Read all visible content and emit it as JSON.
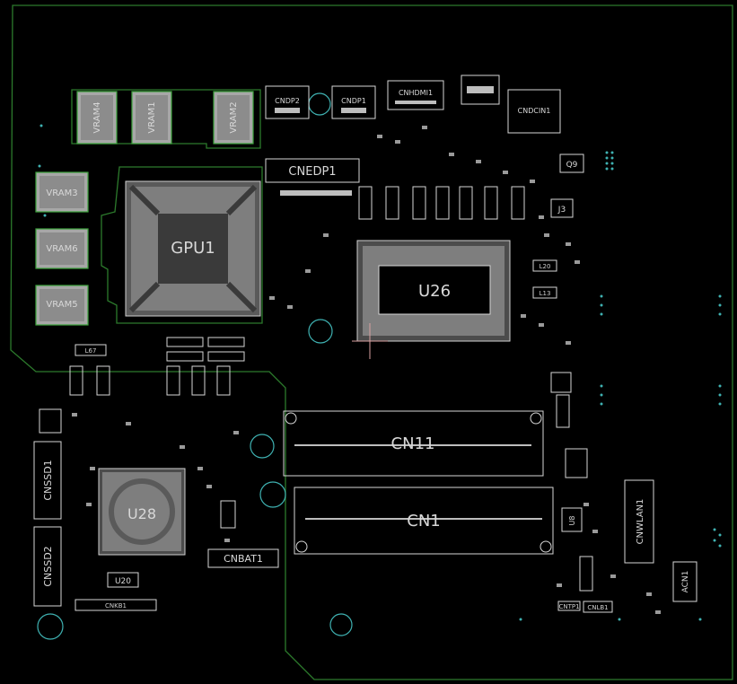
{
  "colors": {
    "background": "#000000",
    "outline": "#2c7a2c",
    "component_outline": "#d6d6d6",
    "vram_border": "#3ca33c",
    "mount_hole": "#3fb2b2",
    "cursor": "#d8a0a0"
  },
  "labels": {
    "gpu": "GPU1",
    "cpu": "U26",
    "pch": "U28",
    "vram3": "VRAM3",
    "vram6": "VRAM6",
    "vram5": "VRAM5",
    "vram4": "VRAM4",
    "vram1": "VRAM1",
    "vram2": "VRAM2",
    "cnedp1": "CNEDP1",
    "cndp2": "CNDP2",
    "cndp1": "CNDP1",
    "cnhdmi1": "CNHDMI1",
    "cndcin1": "CNDCIN1",
    "cn11": "CN11",
    "cn1": "CN1",
    "cnssd1": "CNSSD1",
    "cnssd2": "CNSSD2",
    "cnbat1": "CNBAT1",
    "cnkb1": "CNKB1",
    "u20": "U20",
    "cnwlan1": "CNWLAN1",
    "acn1": "ACN1",
    "q9": "Q9",
    "j3": "J3",
    "u8": "U8",
    "l67": "L67",
    "l20": "L20",
    "l13": "L13",
    "cntp1": "CNTP1",
    "cnlb1": "CNLB1"
  }
}
